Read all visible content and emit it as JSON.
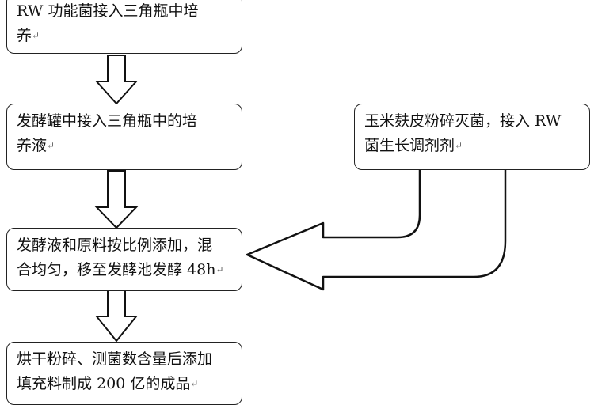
{
  "boxes": {
    "b1": {
      "line1": "RW 功能菌接入三角瓶中培",
      "line2": "养"
    },
    "b2": {
      "line1": "发酵罐中接入三角瓶中的培",
      "line2": "养液"
    },
    "b3": {
      "line1": "发酵液和原料按比例添加，混",
      "line2": "合均匀，移至发酵池发酵 48h"
    },
    "b4": {
      "line1": "烘干粉碎、测菌数含量后添加",
      "line2": "填充料制成 200 亿的成品"
    },
    "side": {
      "line1": "玉米麸皮粉碎灭菌，接入 RW",
      "line2": "菌生长调剂剂"
    }
  },
  "para_mark": "↵"
}
